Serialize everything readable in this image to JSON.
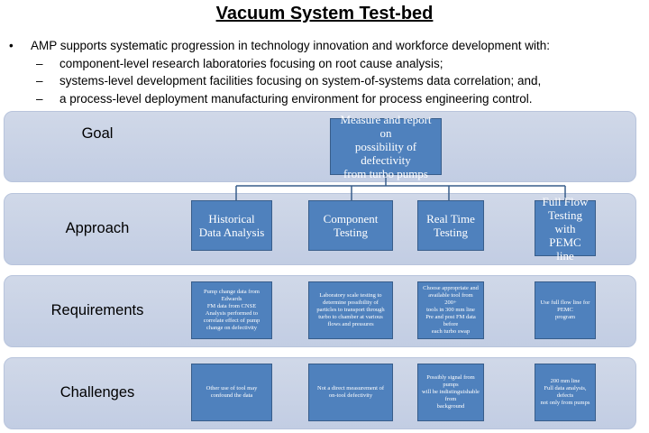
{
  "title": "Vacuum System Test-bed",
  "intro": "AMP supports systematic progression in technology innovation and workforce development with:",
  "sub_bullets": [
    "component-level research laboratories focusing on root cause analysis;",
    "systems-level development facilities focusing on system-of-systems data correlation; and,",
    "a process-level deployment manufacturing environment for process engineering control."
  ],
  "rows": {
    "goal": "Goal",
    "approach": "Approach",
    "requirements": "Requirements",
    "challenges": "Challenges"
  },
  "goal_box": "Measure and report on\npossibility of defectivity\nfrom turbo pumps",
  "approach_boxes": [
    "Historical\nData Analysis",
    "Component\nTesting",
    "Real Time\nTesting",
    "Full Flow\nTesting with\nPEMC line"
  ],
  "requirement_boxes": [
    "Pump change data from\nEdwards\nFM data from CNSE\nAnalysis  performed to\ncorrelate effect of pump\nchange on defectivity",
    "Laboratory scale testing to\ndetermine possibility of\nparticles to transport through\nturbo to chamber at various\nflows and pressures",
    "Choose appropriate and\navailable tool from 200+\ntools in 300 mm line\nPre and post FM data before\neach turbo swap",
    "Use full flow line for PEMC\nprogram"
  ],
  "challenge_boxes": [
    "Other use of tool may\nconfound the data",
    "Not a direct measurement of\non-tool defectivity",
    "Possibly signal from pumps\nwill be indistinguishable from\nbackground",
    "200 mm line\nFull data analysis, defects\nnot only from pumps"
  ]
}
